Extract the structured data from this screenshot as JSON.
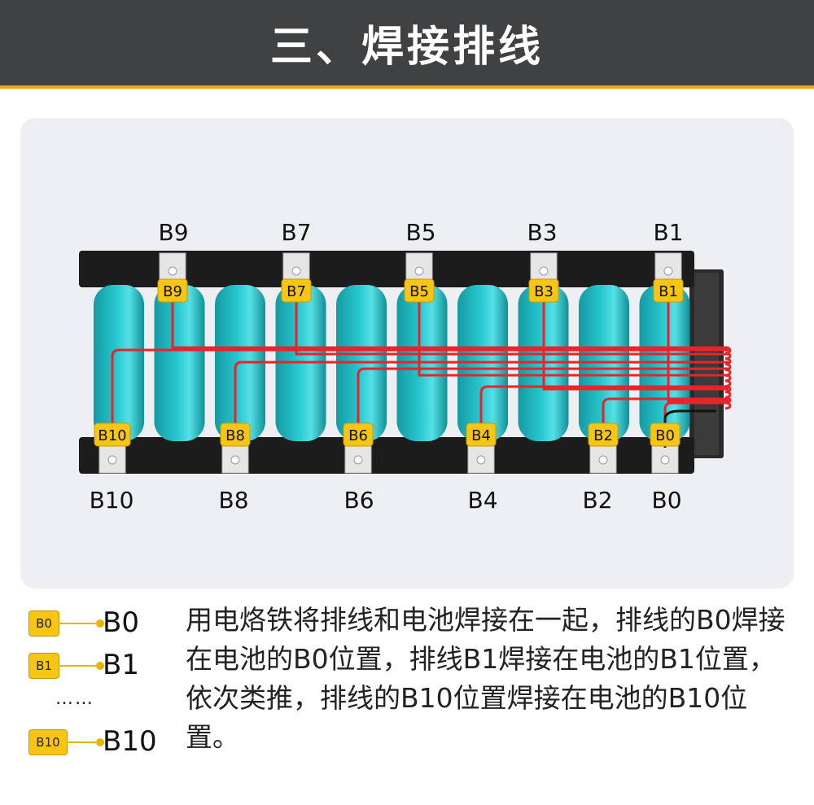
{
  "header": {
    "title": "三、焊接排线"
  },
  "diagram": {
    "top_labels": [
      "B9",
      "B7",
      "B5",
      "B3",
      "B1"
    ],
    "bottom_labels": [
      "B10",
      "B8",
      "B6",
      "B4",
      "B2",
      "B0"
    ],
    "top_tags": [
      "B9",
      "B7",
      "B5",
      "B3",
      "B1"
    ],
    "bottom_tags": [
      "B10",
      "B8",
      "B6",
      "B4",
      "B2",
      "B0"
    ],
    "colors": {
      "cell": "#27c7cf",
      "holder": "#1c1c1c",
      "wire": "#e8232a",
      "tag": "#f7c614",
      "nickel": "#e6e6e6"
    }
  },
  "legend": {
    "items": [
      {
        "tag": "B0",
        "name": "B0"
      },
      {
        "tag": "B1",
        "name": "B1"
      },
      {
        "tag": "B10",
        "name": "B10"
      }
    ],
    "ellipsis": "……"
  },
  "description": {
    "text": "用电烙铁将排线和电池焊接在一起，排线的B0焊接在电池的B0位置，排线B1焊接在电池的B1位置，依次类推，排线的B10位置焊接在电池的B10位置。"
  }
}
